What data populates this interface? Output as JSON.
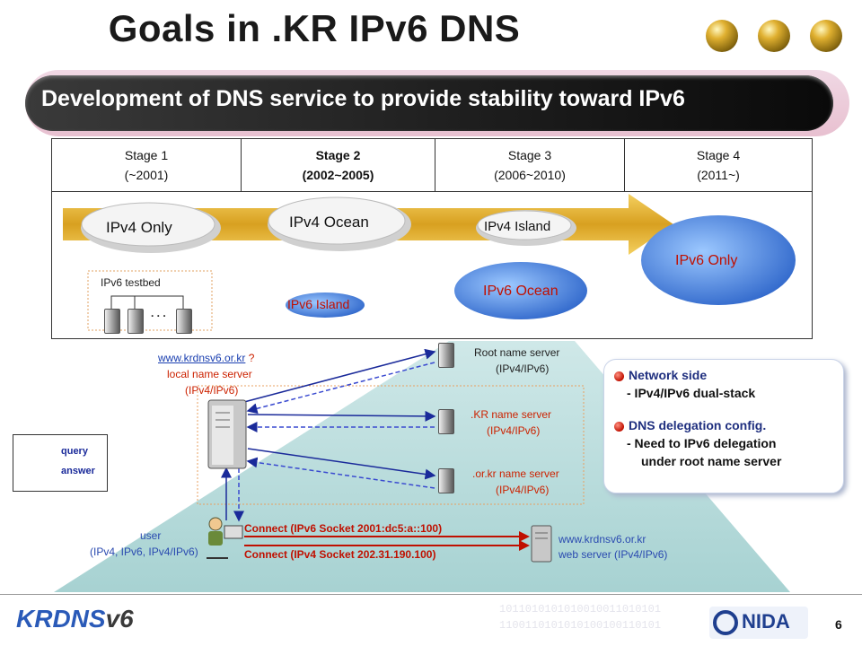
{
  "title": "Goals in .KR IPv6 DNS",
  "banner": "Development of DNS service to provide stability toward IPv6",
  "stages": [
    {
      "label": "Stage 1",
      "period": "(~2001)"
    },
    {
      "label": "Stage 2",
      "period": "(2002~2005)"
    },
    {
      "label": "Stage 3",
      "period": "(2006~2010)"
    },
    {
      "label": "Stage 4",
      "period": "(2011~)"
    }
  ],
  "clouds": {
    "ipv4_only": "IPv4 Only",
    "ipv4_ocean": "IPv4 Ocean",
    "ipv4_island": "IPv4 Island",
    "ipv6_only": "IPv6 Only",
    "ipv6_ocean": "IPv6 Ocean",
    "ipv6_island": "IPv6 Island",
    "ipv6_testbed": "IPv6 testbed",
    "testbed_dots": ". . ."
  },
  "diagram": {
    "local_ns_link": "www.krdnsv6.or.kr",
    "local_ns_q": "?",
    "local_ns_name": "local name server",
    "local_ns_proto": "(IPv4/IPv6)",
    "root_ns_name": "Root name server",
    "root_ns_proto": "(IPv4/IPv6)",
    "kr_ns_name": ".KR name server",
    "kr_ns_proto": "(IPv4/IPv6)",
    "orkr_ns_name": ".or.kr name server",
    "orkr_ns_proto": "(IPv4/IPv6)",
    "user_name": "user",
    "user_proto": "(IPv4, IPv6, IPv4/IPv6)",
    "connect_v6": "Connect (IPv6 Socket 2001:dc5:a::100)",
    "connect_v4": "Connect (IPv4 Socket 202.31.190.100)",
    "web_host": "www.krdnsv6.or.kr",
    "web_role": "web server (IPv4/IPv6)"
  },
  "legend": {
    "query": "query",
    "answer": "answer"
  },
  "notes": {
    "n1_head": "Network side",
    "n1_body": "- IPv4/IPv6 dual-stack",
    "n2_head": "DNS delegation config.",
    "n2_body1": "- Need to IPv6 delegation",
    "n2_body2": "under root name server"
  },
  "footer": {
    "logo_left": "KRDNS",
    "logo_left_v6": "v6",
    "logo_right": "NIDA",
    "page_number": "6",
    "binary1": "1011010101010010011010101",
    "binary2": "1100110101010100100110101"
  },
  "colors": {
    "stage2": "#1f3f8f",
    "red_text": "#cc2200",
    "link": "#1a3fb0",
    "ipv6_cloud": "#3a7ad8"
  }
}
